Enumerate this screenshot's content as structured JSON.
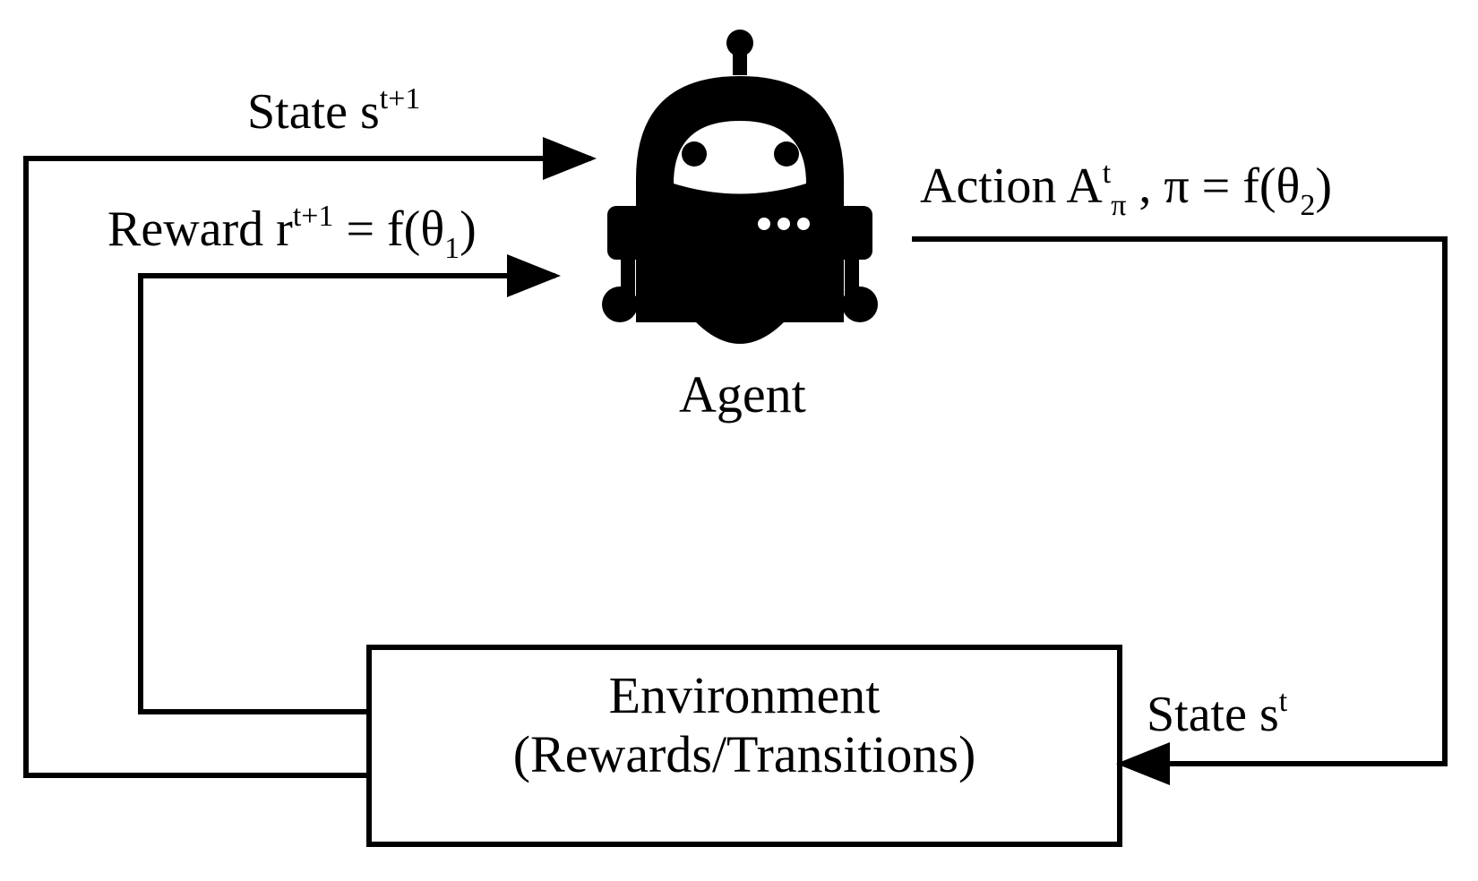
{
  "agent": {
    "label": "Agent",
    "icon": "robot-icon"
  },
  "environment": {
    "title": "Environment",
    "subtitle": "(Rewards/Transitions)"
  },
  "state_next": {
    "text": "State s",
    "sup": "t+1"
  },
  "reward": {
    "prefix": "Reward r",
    "sup": "t+1",
    "mid": " = f(θ",
    "sub": "1",
    "suffix": ")"
  },
  "action": {
    "prefix": "Action A",
    "sup": "t",
    "sub": "π",
    "mid": " , π = f(θ",
    "sub2": "2",
    "suffix": ")"
  },
  "state_current": {
    "text": "State s",
    "sup": "t"
  },
  "colors": {
    "line": "#000000",
    "background": "#ffffff"
  }
}
